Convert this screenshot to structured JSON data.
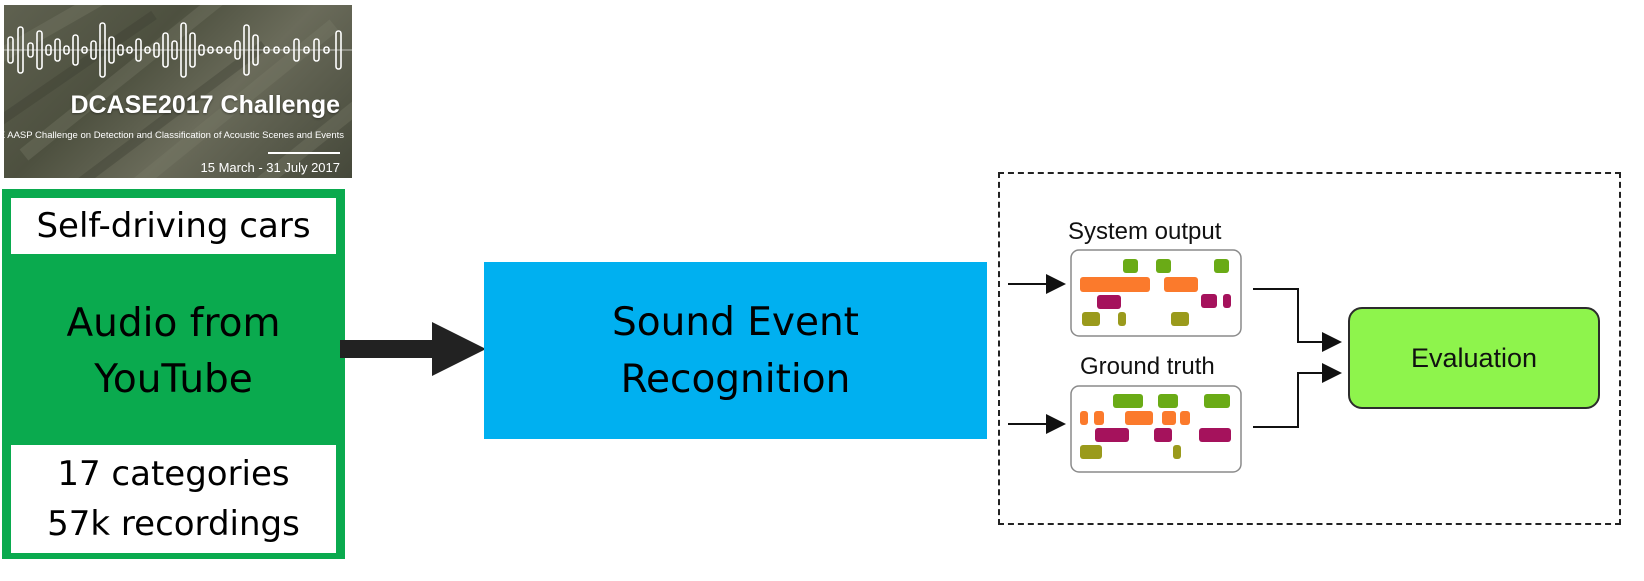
{
  "banner": {
    "title": "DCASE2017 Challenge",
    "subtitle": "IEEE AASP Challenge on Detection and Classification of Acoustic Scenes and Events",
    "dates": "15 March - 31 July 2017"
  },
  "dataset": {
    "use_case": "Self-driving cars",
    "source_line1": "Audio from",
    "source_line2": "YouTube",
    "stats_line1": "17 categories",
    "stats_line2": "57k recordings"
  },
  "recognition": {
    "line1": "Sound Event",
    "line2": "Recognition"
  },
  "evaluation": {
    "system_output_label": "System output",
    "ground_truth_label": "Ground truth",
    "evaluation_label": "Evaluation"
  },
  "colors": {
    "dataset_green": "#0aaa4e",
    "recognition_blue": "#00b0f0",
    "evaluation_green": "#8ef44c",
    "event_light_green": "#6aab16",
    "event_orange": "#fb7a2c",
    "event_magenta": "#a5125c",
    "event_olive": "#9a9a1c"
  }
}
